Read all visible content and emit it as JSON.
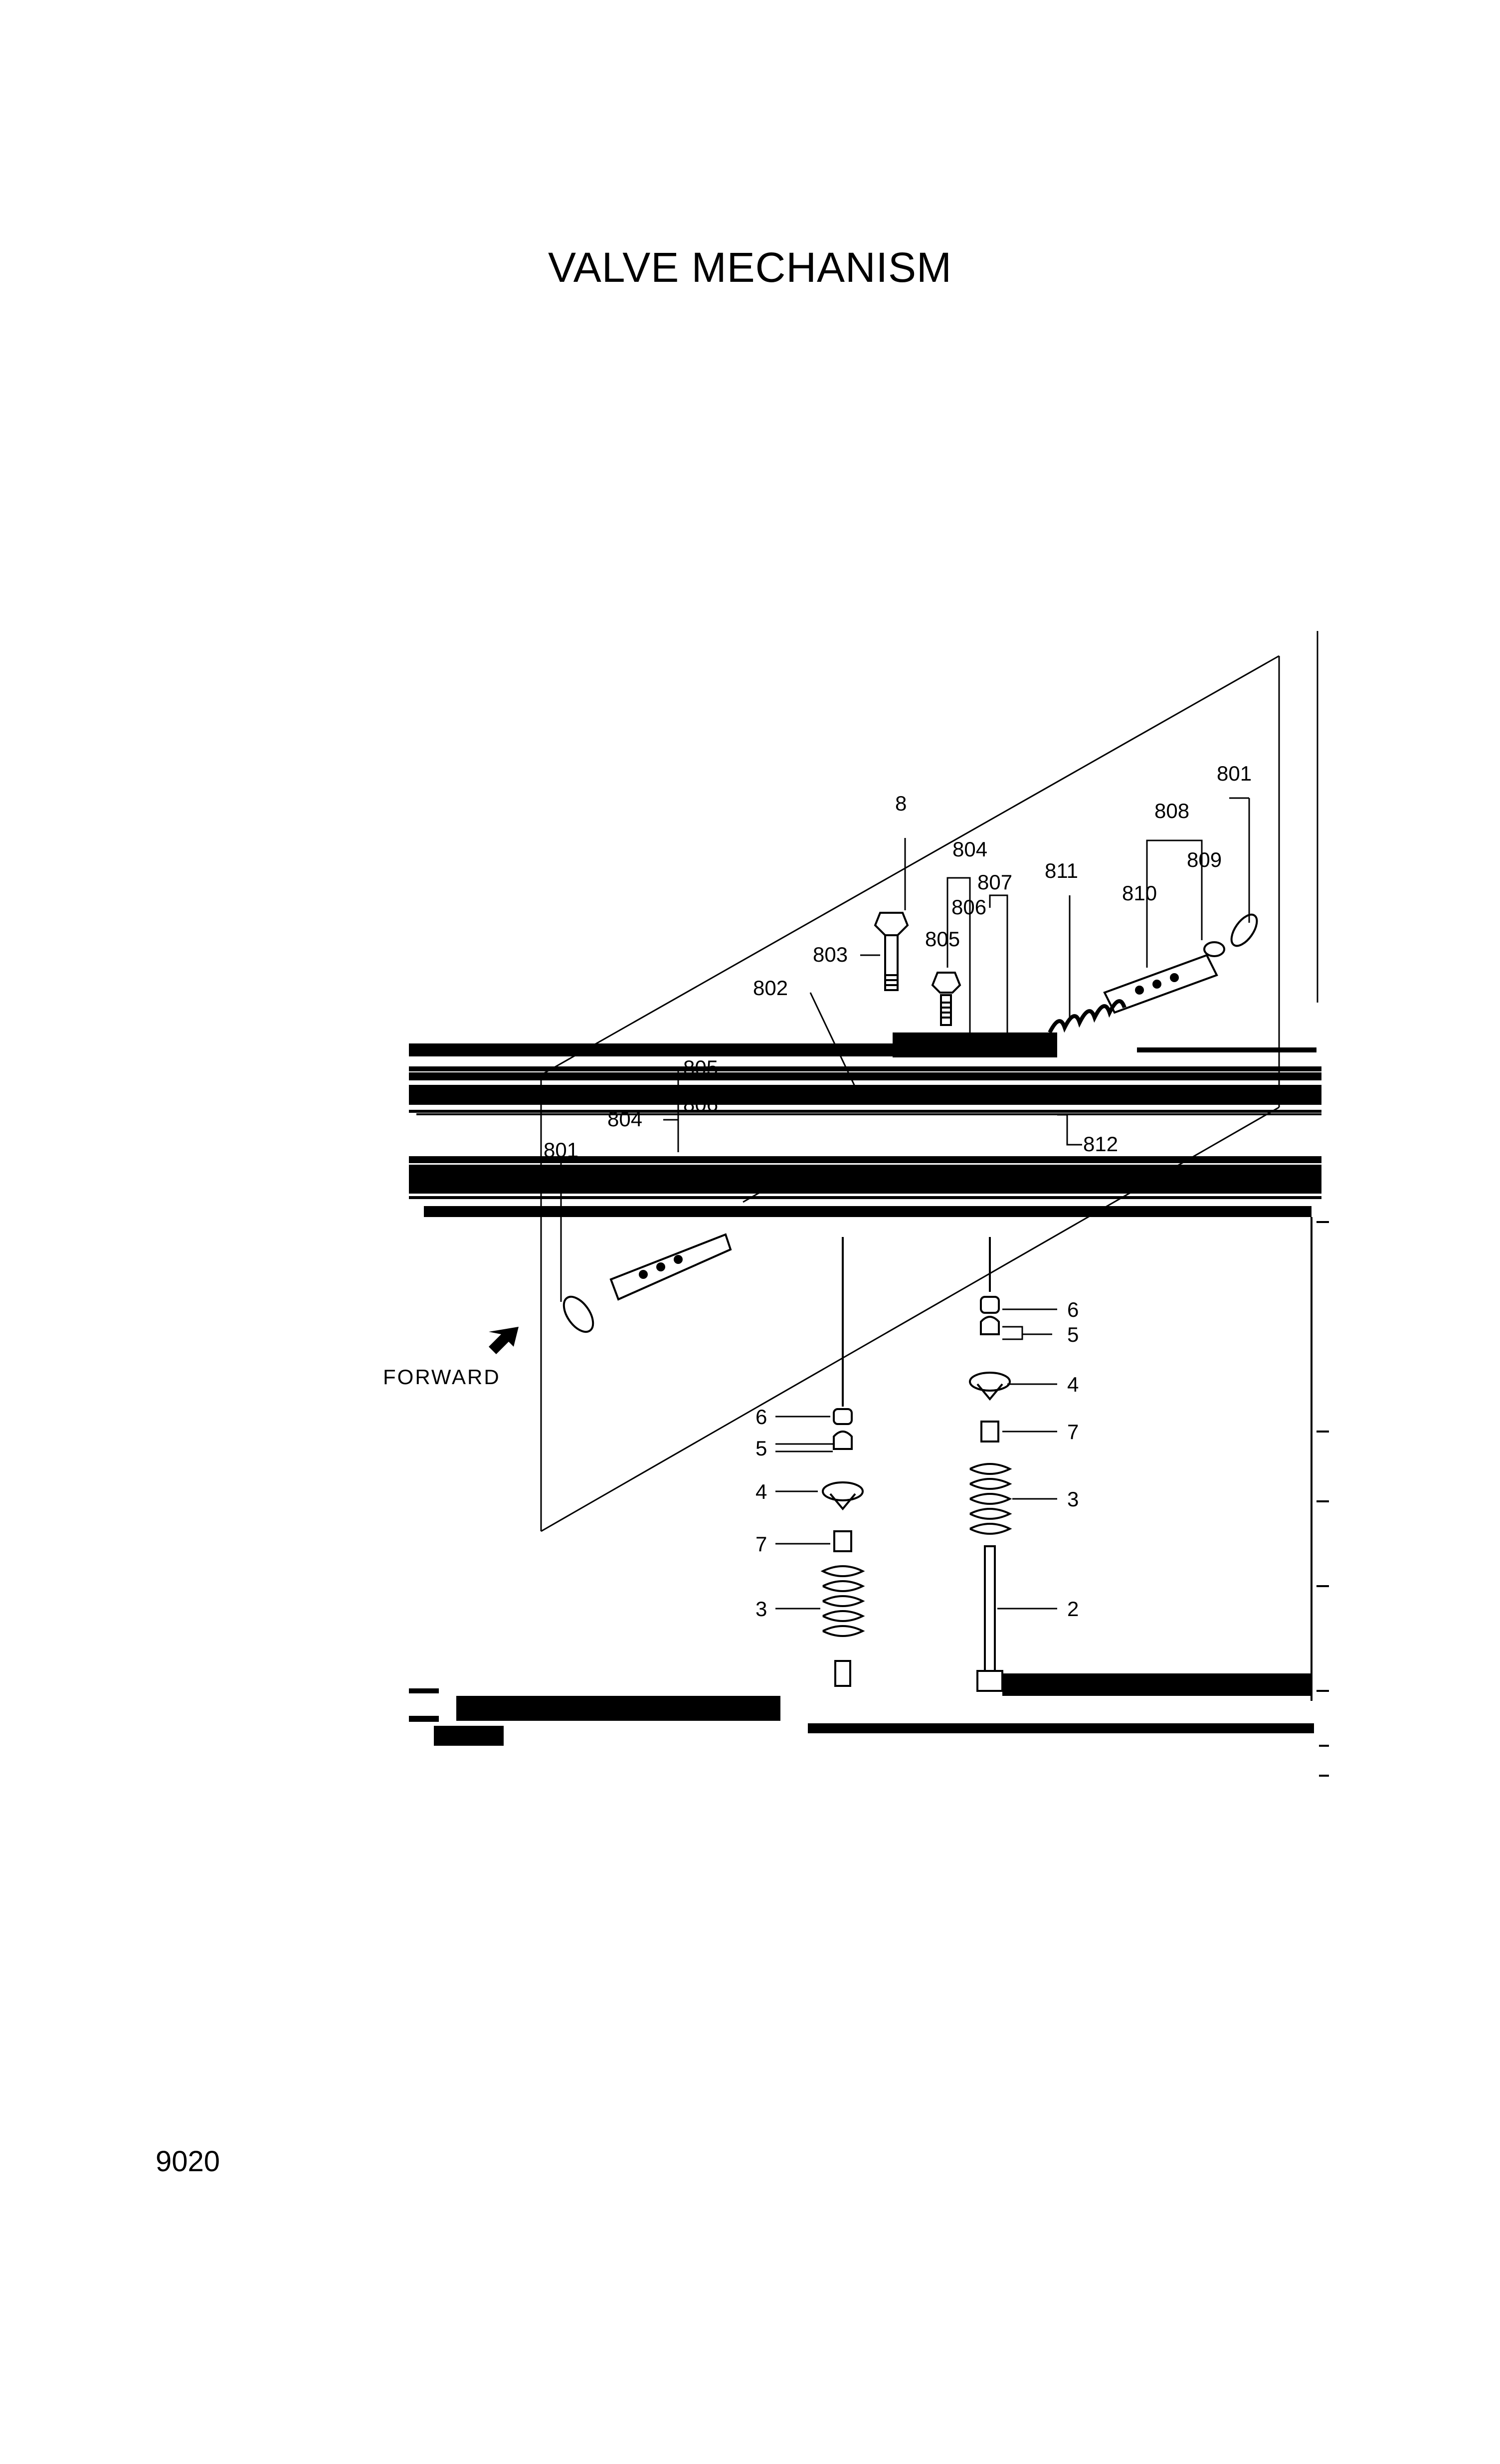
{
  "page": {
    "title": "VALVE MECHANISM",
    "page_number": "9020"
  },
  "diagram": {
    "direction_label": "FORWARD",
    "callouts": {
      "c801_top": "801",
      "c808": "808",
      "c809": "809",
      "c810": "810",
      "c811": "811",
      "c8": "8",
      "c804_top": "804",
      "c807": "807",
      "c806_top": "806",
      "c805_top": "805",
      "c803": "803",
      "c802": "802",
      "c805_mid": "805",
      "c806_mid": "806",
      "c804_mid": "804",
      "c801_mid": "801",
      "c812": "812",
      "r6": "6",
      "r5": "5",
      "r4": "4",
      "r7": "7",
      "r3": "3",
      "r2": "2",
      "l6": "6",
      "l5": "5",
      "l4": "4",
      "l7": "7",
      "l3": "3"
    }
  }
}
